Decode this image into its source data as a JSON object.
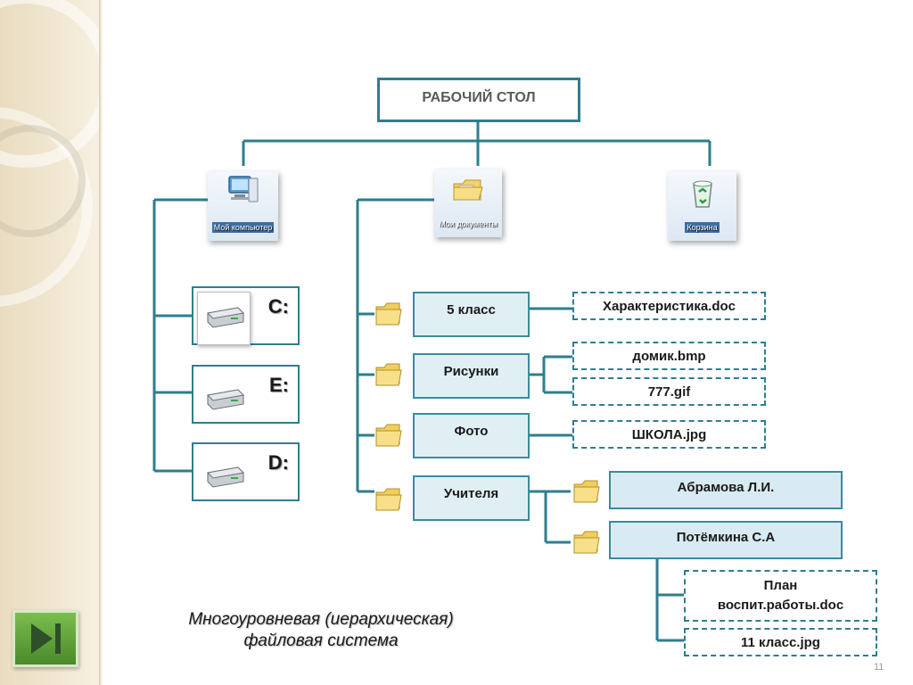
{
  "diagram": {
    "root": "РАБОЧИЙ СТОЛ",
    "desktop_icons": [
      {
        "label": "Мой компьютер",
        "icon": "computer-icon"
      },
      {
        "label": "Мои документы",
        "icon": "documents-folder-icon"
      },
      {
        "label": "Корзина",
        "icon": "recycle-bin-icon"
      }
    ],
    "drives": [
      {
        "letter": "C:",
        "icon": "hard-drive-icon"
      },
      {
        "letter": "E:",
        "icon": "hard-drive-icon"
      },
      {
        "letter": "D:",
        "icon": "hard-drive-icon"
      }
    ],
    "folders": [
      {
        "label": "5 класс",
        "files": [
          "Характеристика.doc"
        ]
      },
      {
        "label": "Рисунки",
        "files": [
          "домик.bmp",
          "777.gif"
        ]
      },
      {
        "label": "Фото",
        "files": [
          "ШКОЛА.jpg"
        ]
      },
      {
        "label": "Учителя",
        "files": []
      }
    ],
    "teachers": [
      "Абрамова Л.И.",
      "Потёмкина С.А"
    ],
    "teacher_files": [
      "План воспит.работы.doc",
      "11 класс.jpg"
    ],
    "caption_line1": "Многоуровневая (иерархическая)",
    "caption_line2": "файловая система"
  },
  "slide": {
    "page_number": "11",
    "nav_icon": "play-end-icon"
  },
  "colors": {
    "connector": "#2e7e8e",
    "folder_fill": "#dfeff4",
    "accent_green": "#5fa33a"
  }
}
